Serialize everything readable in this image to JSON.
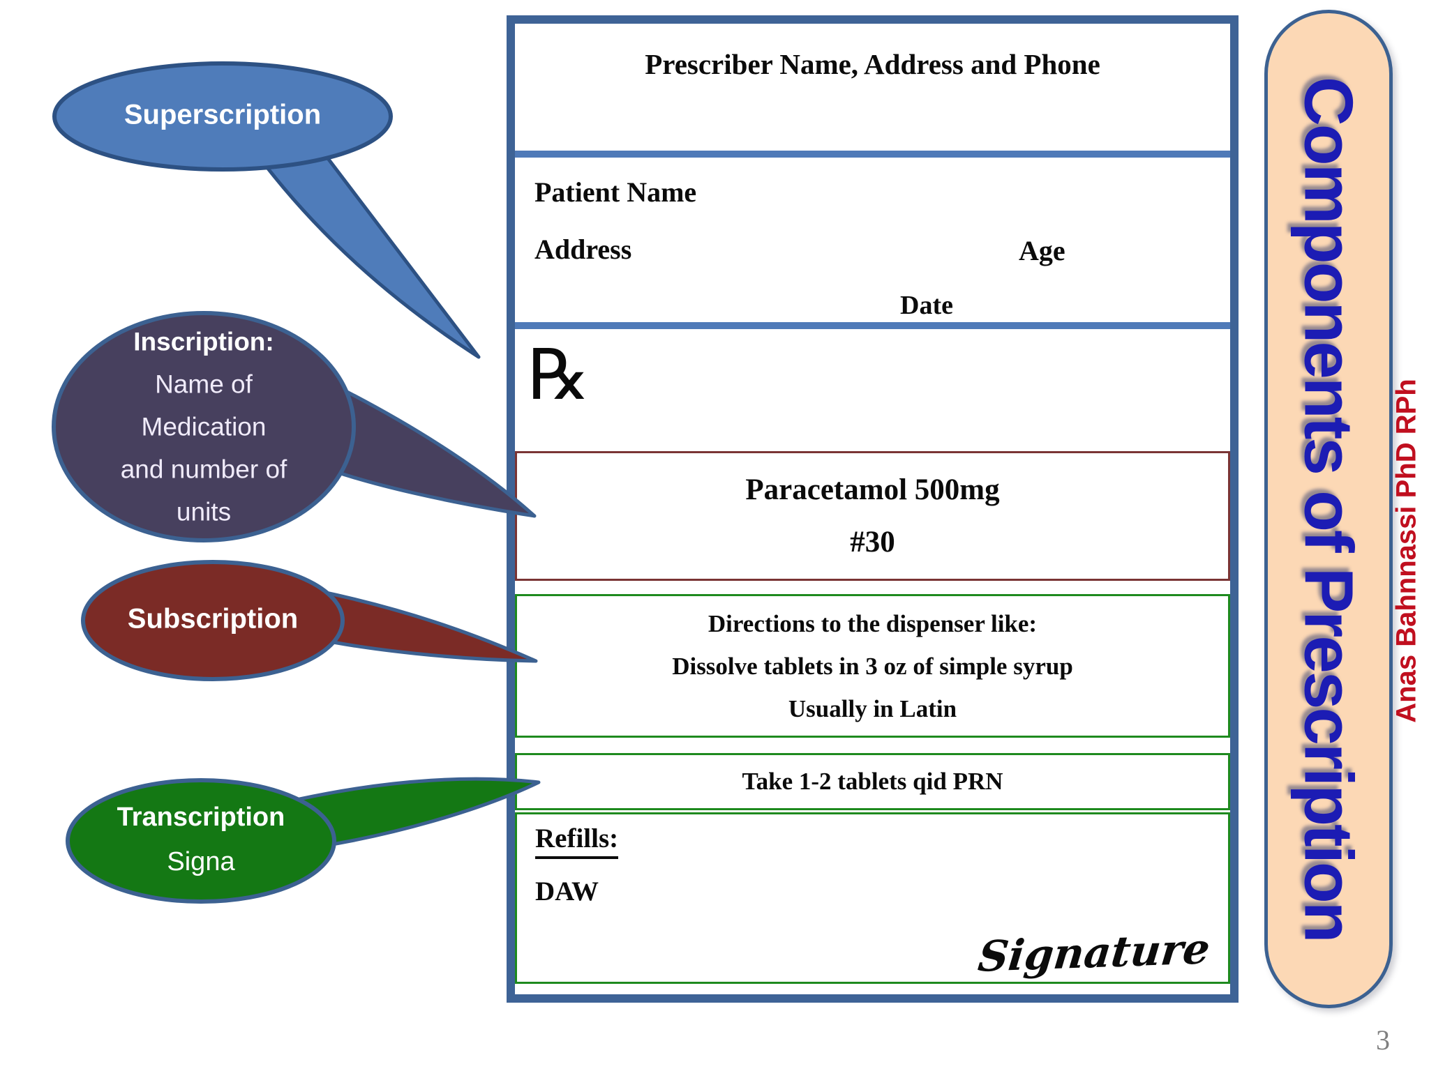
{
  "slide": {
    "page_number": "3",
    "banner": {
      "title": "Components of Prescription",
      "author": "Anas Bahnnassi PhD RPh",
      "bg_color": "#fcd8b5",
      "title_color": "#1c1cb4",
      "author_color": "#c00f1f"
    },
    "callouts": {
      "superscription": {
        "label": "Superscription",
        "fill": "#4f7cba",
        "border": "#2d5183"
      },
      "inscription": {
        "lines": [
          "Inscription:",
          "Name of",
          "Medication",
          "and number of",
          "units"
        ],
        "fill": "#47405e",
        "border": "#3c6191"
      },
      "subscription": {
        "label": "Subscription",
        "fill": "#7b2b26",
        "border": "#3c6191"
      },
      "transcription": {
        "lines": [
          "Transcription",
          "Signa"
        ],
        "fill": "#147814",
        "border": "#3c6191"
      }
    },
    "prescription": {
      "header": "Prescriber Name, Address and Phone",
      "patient_name": "Patient Name",
      "address_label": "Address",
      "age_label": "Age",
      "date_label": "Date",
      "rx_symbol": "℞",
      "inscription": {
        "drug": "Paracetamol 500mg",
        "quantity": "#30"
      },
      "subscription": [
        "Directions to the dispenser like:",
        "Dissolve tablets in 3 oz of simple syrup",
        "Usually in Latin"
      ],
      "signa": "Take 1-2 tablets qid PRN",
      "refills_label": "Refills:",
      "daw_label": "DAW",
      "signature_label": "Signature",
      "border_colors": {
        "outer": "#3e6396",
        "divider": "#4f7ab8",
        "inscription_box": "#7a3434",
        "green_box": "#1e8a1e"
      }
    }
  }
}
